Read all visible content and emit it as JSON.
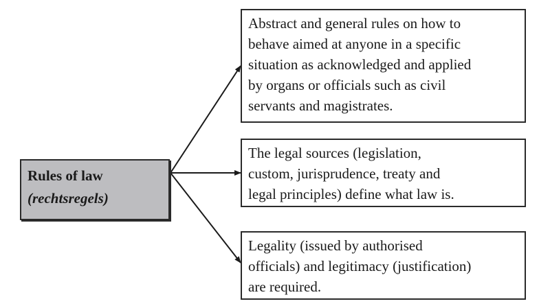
{
  "diagram": {
    "source": {
      "title": "Rules of law",
      "subtitle": "(rechtsregels)"
    },
    "targets": [
      {
        "lines": [
          "Abstract and general rules on how to",
          "behave aimed at anyone in a specific",
          "situation as acknowledged and applied",
          "by organs or officials such as civil",
          "servants and magistrates."
        ]
      },
      {
        "lines": [
          "The legal sources (legislation,",
          "custom, jurisprudence, treaty and",
          "legal principles) define what law is."
        ]
      },
      {
        "lines": [
          "Legality (issued by authorised",
          "officials) and legitimacy (justification)",
          "are required."
        ]
      }
    ]
  }
}
